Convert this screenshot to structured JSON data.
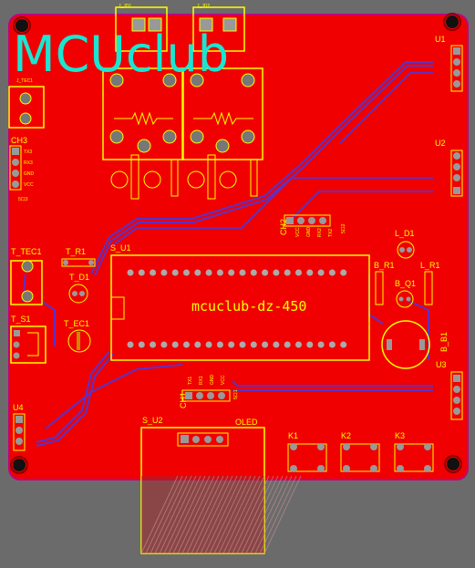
{
  "brand": "MCUclub",
  "board": {
    "board_color": "#f00000",
    "silkscreen_color": "#ffff00",
    "trace_color": "#5a32c8",
    "brand_color": "#19e6d2"
  },
  "labels": {
    "jd1": "J_JD1",
    "jd2": "J_JD2",
    "j_tec": "J_TEC1",
    "ch3": "CH3",
    "ch3_pins": [
      "TX3",
      "RX3",
      "GND",
      "VCC"
    ],
    "ch3_sub": "5口3",
    "t_tec": "T_TEC1",
    "t_r1": "T_R1",
    "t_d1": "T_D1",
    "t_ec1": "T_EC1",
    "t_s1": "T_S1",
    "s_u1": "S_U1",
    "chip": "mcuclub-dz-450",
    "ch2": "CH2",
    "ch2_pins": [
      "VCC",
      "GND",
      "RX2",
      "TX2"
    ],
    "ch2_sub": "5口2",
    "ch1": "CH1",
    "ch1_pins": [
      "TX1",
      "RX1",
      "GND",
      "VCC"
    ],
    "ch1_sub": "5口1",
    "l_d1": "L_D1",
    "b_r1": "B_R1",
    "l_r1": "L_R1",
    "b_q1": "B_Q1",
    "b_b1": "B_B1",
    "u1": "U1",
    "u2": "U2",
    "u3": "U3",
    "u4": "U4",
    "s_u2": "S_U2",
    "oled": "OLED",
    "k1": "K1",
    "k2": "K2",
    "k3": "K3"
  }
}
